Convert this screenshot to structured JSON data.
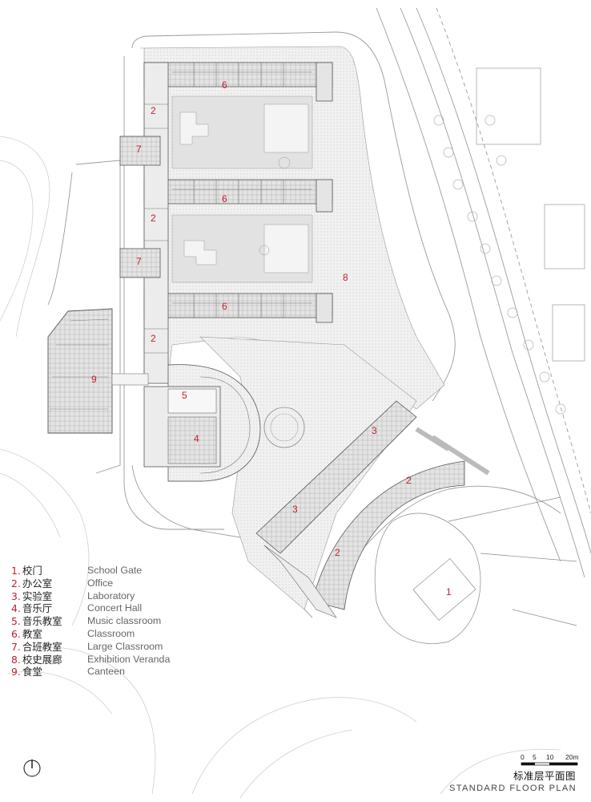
{
  "legend": [
    {
      "num": "1.",
      "zh": "校门",
      "en": "School Gate"
    },
    {
      "num": "2.",
      "zh": "办公室",
      "en": "Office"
    },
    {
      "num": "3.",
      "zh": "实验室",
      "en": "Laboratory"
    },
    {
      "num": "4.",
      "zh": "音乐厅",
      "en": "Concert Hall"
    },
    {
      "num": "5.",
      "zh": "音乐教室",
      "en": "Music classroom"
    },
    {
      "num": "6.",
      "zh": "教室",
      "en": "Classroom"
    },
    {
      "num": "7.",
      "zh": "合班教室",
      "en": "Large Classroom"
    },
    {
      "num": "8.",
      "zh": "校史展廊",
      "en": "Exhibition Veranda"
    },
    {
      "num": "9.",
      "zh": "食堂",
      "en": "Canteen"
    }
  ],
  "plan_labels": {
    "office": "2",
    "classroom": "6",
    "large_classroom": "7",
    "exhibition": "8",
    "canteen": "9",
    "music_classroom": "5",
    "concert_hall": "4",
    "lab": "3",
    "gate": "1"
  },
  "scale_bar": {
    "ticks": [
      "0",
      "5",
      "10",
      "20m"
    ]
  },
  "title": {
    "zh": "标准层平面图",
    "en": "STANDARD FLOOR PLAN"
  },
  "colors": {
    "label_red": "#c0202b",
    "line": "#8a8a8a",
    "building_fill": "#e9e9e9",
    "hatch": "#d6d6d6"
  }
}
